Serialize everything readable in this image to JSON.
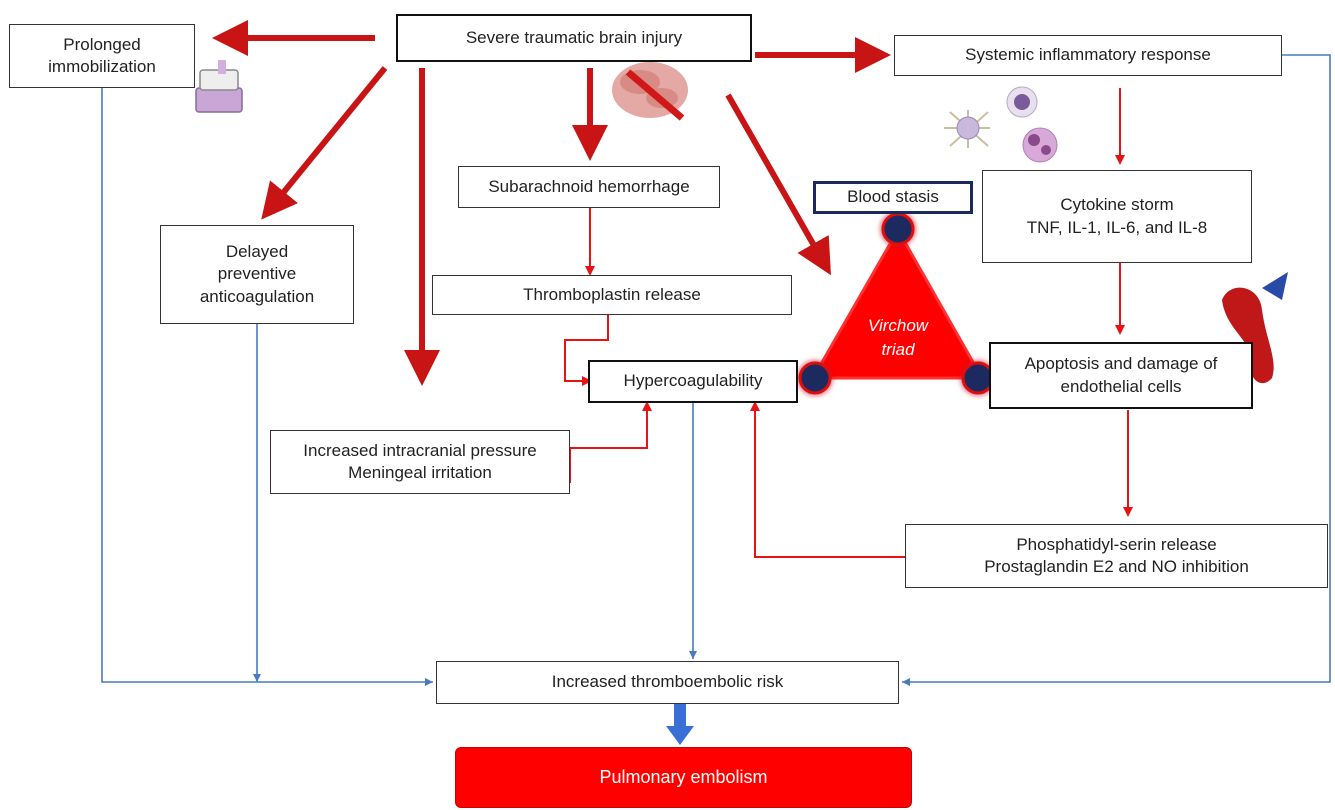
{
  "boxes": {
    "tbi": "Severe traumatic brain injury",
    "immobilization": "Prolonged\nimmobilization",
    "systemic": "Systemic inflammatory response",
    "sah": "Subarachnoid hemorrhage",
    "delayed": "Delayed\npreventive\nanticoagulation",
    "thromboplastin": "Thromboplastin release",
    "blood_stasis": "Blood stasis",
    "cytokine": "Cytokine storm\nTNF, IL-1, IL-6, and IL-8",
    "hypercoag": "Hypercoagulability",
    "apoptosis": "Apoptosis and damage of\nendothelial cells",
    "icp": "Increased intracranial pressure\nMeningeal irritation",
    "phosphatidyl": "Phosphatidyl-serin release\nProstaglandin E2 and NO inhibition",
    "thromboembolic": "Increased thromboembolic risk",
    "pe": "Pulmonary embolism"
  },
  "triangle_label": "Virchow\ntriad",
  "colors": {
    "arrow_red": "#c81414",
    "line_blue": "#4a7abf",
    "triangle": "#ff0000",
    "node": "#1a2a5e"
  }
}
